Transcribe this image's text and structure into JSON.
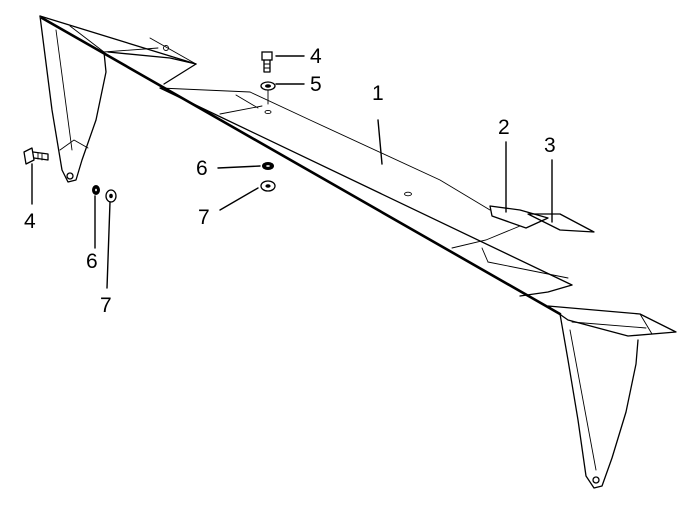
{
  "callouts": {
    "part_1": "1",
    "part_2": "2",
    "part_3": "3",
    "bolt_top": "4",
    "washer_top": "5",
    "nut_top": "6",
    "lockwasher_top": "7",
    "bolt_left": "4",
    "nut_left": "6",
    "lockwasher_left": "7"
  }
}
